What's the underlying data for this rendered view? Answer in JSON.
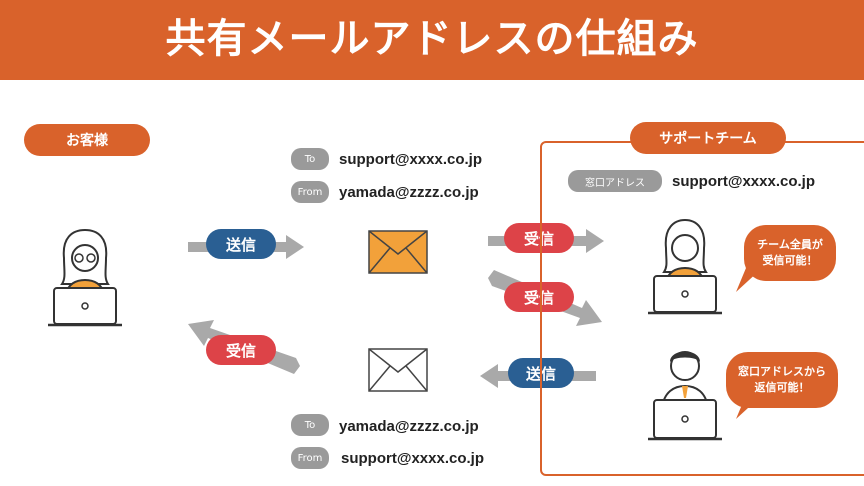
{
  "header": {
    "title": "共有メールアドレスの仕組み"
  },
  "customer": {
    "label": "お客様"
  },
  "team": {
    "label": "サポートチーム",
    "window_tag": "窓口アドレス",
    "window_email": "support@xxxx.co.jp"
  },
  "outgoing_mail": {
    "to_tag": "To",
    "to_email": "support@xxxx.co.jp",
    "from_tag": "From",
    "from_email": "yamada@zzzz.co.jp"
  },
  "return_mail": {
    "to_tag": "To",
    "to_email": "yamada@zzzz.co.jp",
    "from_tag": "From",
    "from_email": "support@xxxx.co.jp"
  },
  "arrows": {
    "customer_send": "送信",
    "team_receive_1": "受信",
    "team_receive_2": "受信",
    "team_send": "送信",
    "customer_receive": "受信"
  },
  "bubbles": {
    "all_members_line1": "チーム全員が",
    "all_members_line2": "受信可能！",
    "reply_line1": "窓口アドレスから",
    "reply_line2": "返信可能！"
  },
  "colors": {
    "accent": "#d9622b",
    "send_blue": "#2a5f93",
    "receive_red": "#dd4348",
    "arrow_grey": "#a9a9a9",
    "envelope_orange": "#f2a13a"
  }
}
